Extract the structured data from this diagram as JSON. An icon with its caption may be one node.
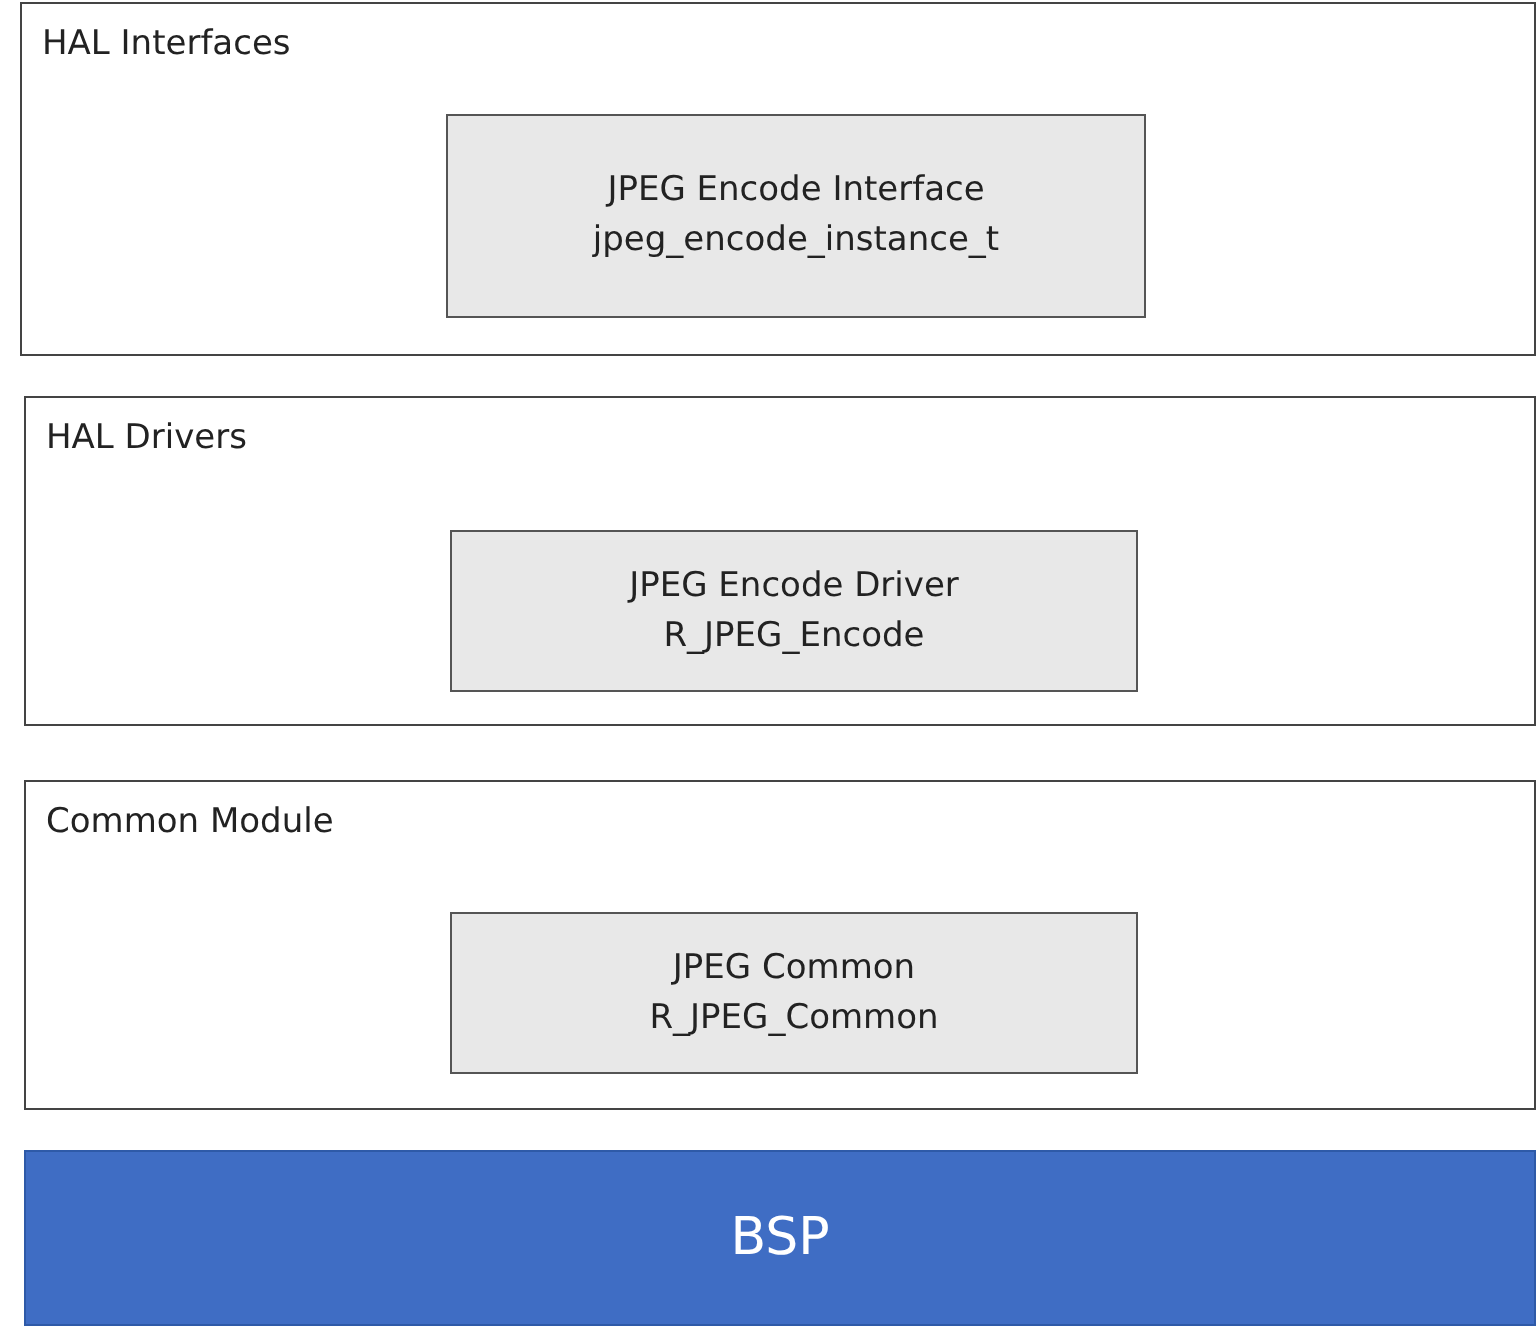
{
  "diagram": {
    "nodes": [
      {
        "text": [
          "HAL Interfaces"
        ]
      },
      {
        "text": [
          "JPEG Encode Interface",
          "jpeg_encode_instance_t"
        ],
        "in": 0
      },
      {
        "text": [
          "HAL Drivers"
        ]
      },
      {
        "text": [
          "JPEG Encode Driver",
          "R_JPEG_Encode"
        ],
        "in": 2
      },
      {
        "text": [
          "Common Module"
        ]
      },
      {
        "text": [
          "JPEG Common",
          "R_JPEG_Common"
        ],
        "in": 4
      },
      {
        "text": [
          "BSP"
        ]
      }
    ]
  }
}
